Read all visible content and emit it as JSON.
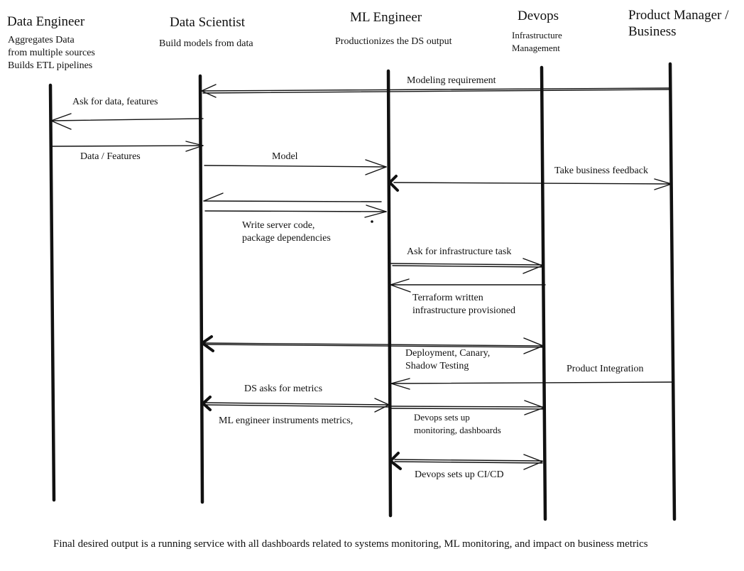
{
  "roles": [
    {
      "title": "Data Engineer",
      "description": [
        "Aggregates Data",
        "from multiple sources",
        "Builds ETL pipelines"
      ]
    },
    {
      "title": "Data Scientist",
      "description": [
        "Build models from data"
      ]
    },
    {
      "title": "ML Engineer",
      "description": [
        "Productionizes the DS output"
      ]
    },
    {
      "title": "Devops",
      "description": [
        "Infrastructure",
        "Management"
      ]
    },
    {
      "title_lines": [
        "Product Manager /",
        "Business"
      ]
    }
  ],
  "messages": {
    "modeling_requirement": "Modeling requirement",
    "ask_for_data": "Ask for data, features",
    "data_features": "Data / Features",
    "model": "Model",
    "business_feedback": "Take business feedback",
    "write_server_code": [
      "Write server code,",
      "package dependencies"
    ],
    "ask_infra": "Ask for infrastructure task",
    "terraform": [
      "Terraform written",
      "infrastructure provisioned"
    ],
    "deployment": [
      "Deployment, Canary,",
      "Shadow Testing"
    ],
    "product_integration": "Product Integration",
    "ds_metrics": "DS asks for metrics",
    "ml_instruments": "ML engineer instruments metrics,",
    "devops_monitoring": [
      "Devops sets up",
      "monitoring, dashboards"
    ],
    "devops_cicd": "Devops sets up CI/CD"
  },
  "footer": "Final desired output is a running service with all dashboards related to systems monitoring, ML monitoring, and impact on business metrics"
}
